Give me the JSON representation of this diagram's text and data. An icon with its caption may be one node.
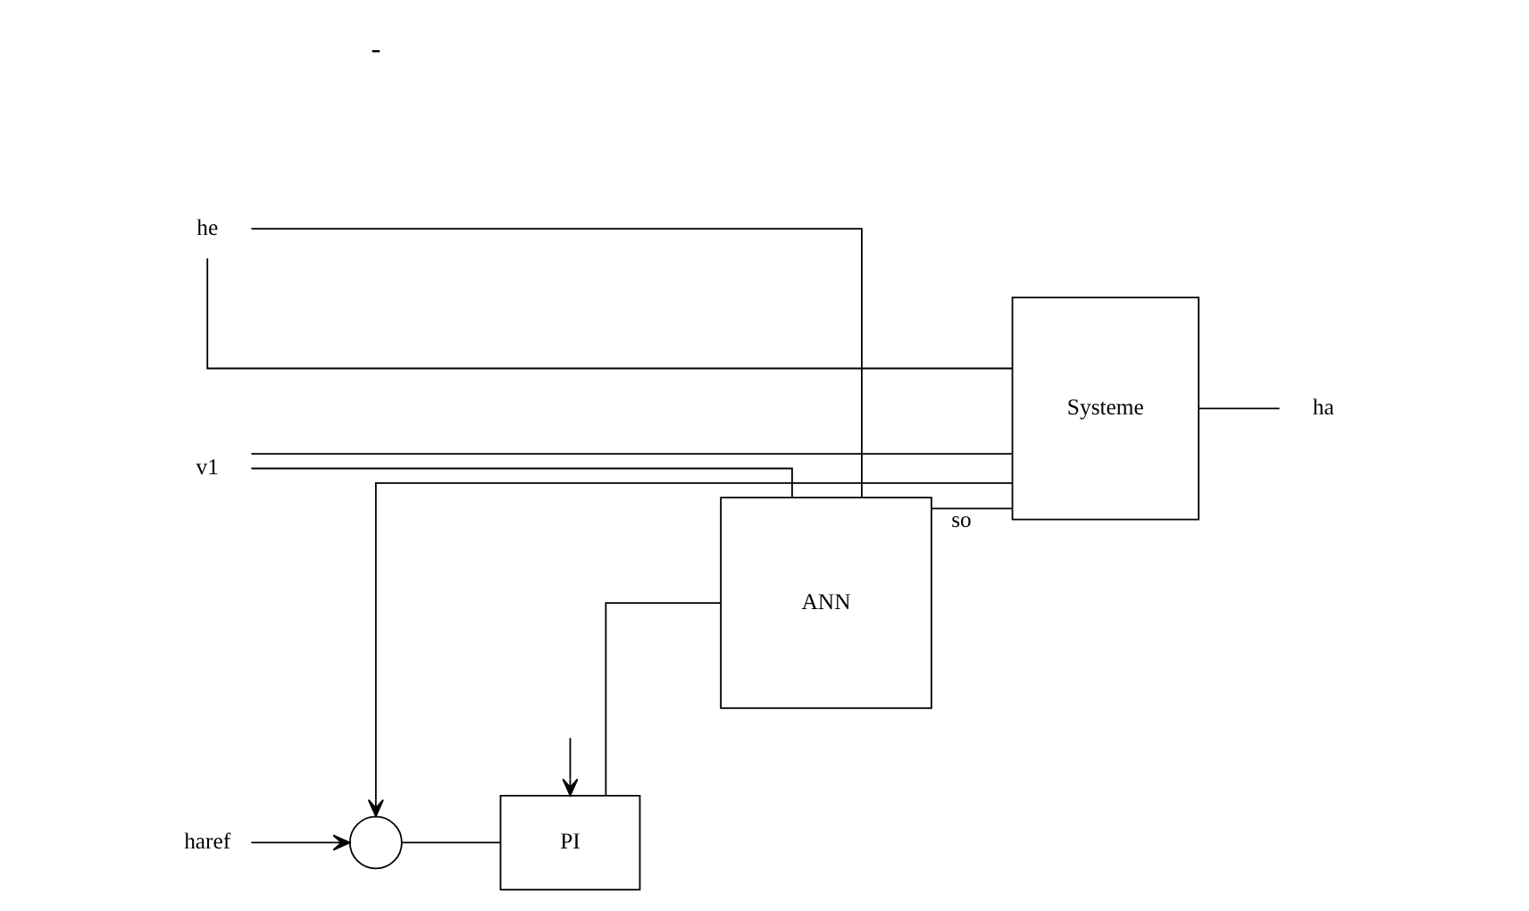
{
  "diagram": {
    "nodes": [
      {
        "text": [
          "he"
        ]
      },
      {
        "text": [
          "v1"
        ]
      },
      {
        "text": [
          "haref"
        ]
      },
      {
        "text": [],
        "shape": "circle"
      },
      {
        "text": [
          "PI"
        ]
      },
      {
        "text": [
          "ANN"
        ]
      },
      {
        "text": [
          "Systeme"
        ]
      },
      {
        "text": [
          "ha"
        ]
      }
    ],
    "edges": [
      {
        "from": 2,
        "to": 3,
        "arrow": "to"
      },
      {
        "from": 3,
        "to": 4,
        "arrow": "none"
      },
      {
        "from": null,
        "to": 4,
        "arrow": "to"
      },
      {
        "from": 4,
        "to": 5,
        "arrow": "none"
      },
      {
        "from": 0,
        "to": 5,
        "arrow": "none"
      },
      {
        "from": 0,
        "to": 6,
        "arrow": "none"
      },
      {
        "from": 1,
        "to": 5,
        "arrow": "none"
      },
      {
        "from": 1,
        "to": 6,
        "arrow": "none"
      },
      {
        "from": 5,
        "to": 6,
        "arrow": "none",
        "label": "so"
      },
      {
        "from": 6,
        "to": 7,
        "arrow": "none"
      },
      {
        "from": 6,
        "to": 3,
        "arrow": "to"
      }
    ],
    "labels": [
      "-"
    ]
  }
}
